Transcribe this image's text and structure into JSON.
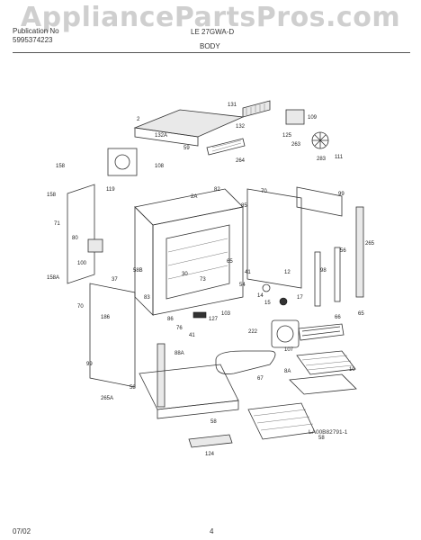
{
  "watermark": "AppliancePartsPros.com",
  "header": {
    "line1_left": "Publication No",
    "line2_left": "5995374223",
    "model": "LE 27GWA-D",
    "section_title": "BODY"
  },
  "footer": {
    "date": "07/02",
    "page": "4",
    "doc_ref": "LA00B82791-1"
  },
  "callouts": [
    "131",
    "2",
    "132A",
    "132",
    "264",
    "109",
    "125",
    "263",
    "111",
    "283",
    "158",
    "108",
    "59",
    "82",
    "119",
    "2A",
    "158",
    "70",
    "99",
    "71",
    "85",
    "80",
    "100",
    "158A",
    "65",
    "58B",
    "12",
    "83",
    "70",
    "186",
    "99",
    "265A",
    "58",
    "56",
    "98",
    "41",
    "14",
    "15",
    "17",
    "222",
    "107",
    "127",
    "76",
    "86",
    "103",
    "41",
    "88A",
    "66",
    "65",
    "67",
    "8A",
    "10",
    "58",
    "124",
    "58",
    "37",
    "30",
    "73",
    "54"
  ]
}
